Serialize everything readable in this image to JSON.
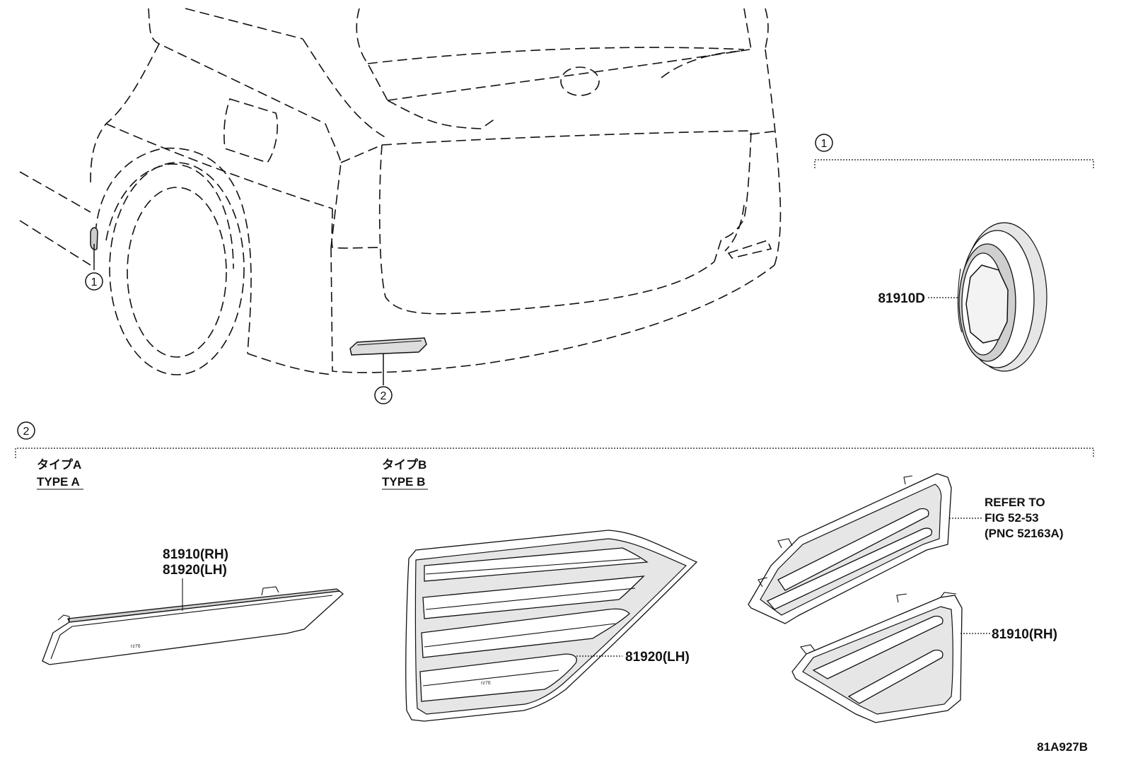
{
  "callouts": {
    "one": "1",
    "two": "2"
  },
  "detail_one": {
    "part": "81910D"
  },
  "detail_two": {
    "type_a_jp": "タイプA",
    "type_a_en": "TYPE A",
    "type_b_jp": "タイプB",
    "type_b_en": "TYPE B",
    "type_a_part_rh": "81910(RH)",
    "type_a_part_lh": "81920(LH)",
    "type_b_part_lh": "81920(LH)",
    "type_b_part_rh": "81910(RH)",
    "refer_line1": "REFER TO",
    "refer_line2": "FIG 52-53",
    "refer_line3": "(PNC 52163A)"
  },
  "figure_id": "81A927B"
}
